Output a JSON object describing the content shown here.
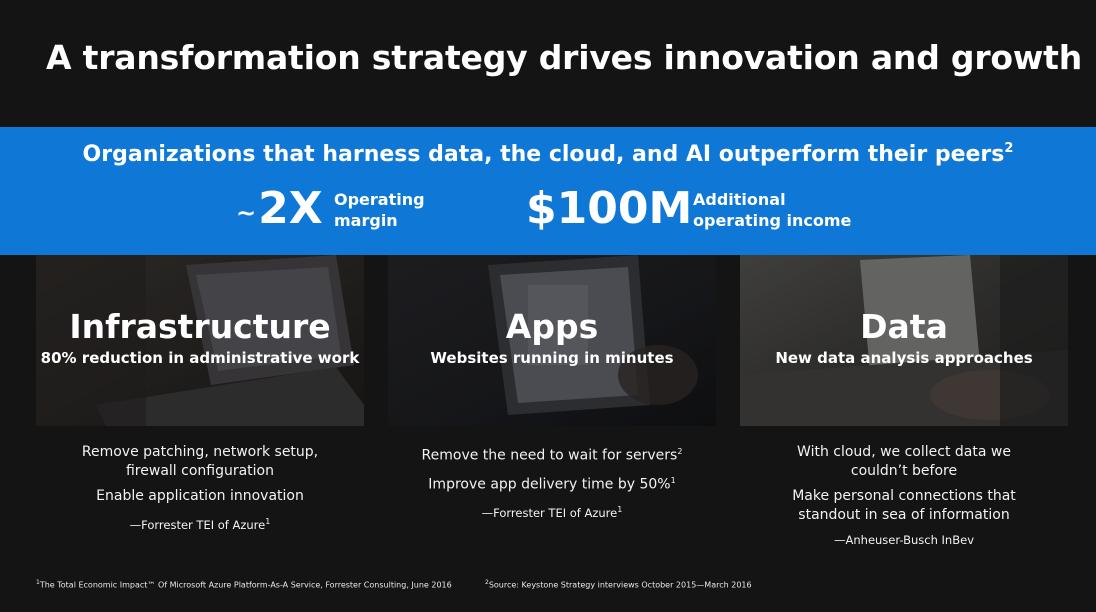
{
  "title": "A transformation strategy drives innovation and growth",
  "banner": {
    "heading": "Organizations that harness data, the cloud, and AI outperform their peers",
    "heading_ref": "2",
    "stats": [
      {
        "prefix": "~",
        "value": "2X",
        "label_line1": "Operating",
        "label_line2": "margin"
      },
      {
        "prefix": "",
        "value": "$100M",
        "label_line1": "Additional",
        "label_line2": "operating income"
      }
    ]
  },
  "pillars": [
    {
      "title": "Infrastructure",
      "subtitle": "80% reduction in administrative work",
      "bullets": [
        {
          "text": "Remove patching, network setup, firewall configuration",
          "ref": ""
        },
        {
          "text": "Enable application innovation",
          "ref": ""
        }
      ],
      "source": "—Forrester TEI of Azure",
      "source_ref": "1"
    },
    {
      "title": "Apps",
      "subtitle": "Websites running in minutes",
      "bullets": [
        {
          "text": "Remove the need to wait for servers",
          "ref": "2"
        },
        {
          "text": "Improve app delivery time by 50%",
          "ref": "1"
        }
      ],
      "source": "—Forrester TEI of Azure",
      "source_ref": "1"
    },
    {
      "title": "Data",
      "subtitle": "New data analysis approaches",
      "bullets": [
        {
          "text": "With cloud, we collect data we couldn’t before",
          "ref": ""
        },
        {
          "text": "Make personal connections that standout in sea of information",
          "ref": ""
        }
      ],
      "source": "—Anheuser-Busch InBev",
      "source_ref": ""
    }
  ],
  "footnotes": [
    {
      "ref": "1",
      "text": "The Total Economic Impact™ Of Microsoft Azure Platform-As-A Service, Forrester Consulting, June 2016"
    },
    {
      "ref": "2",
      "text": "Source: Keystone Strategy interviews October 2015—March 2016"
    }
  ],
  "colors": {
    "background": "#151414",
    "banner": "#0f78d7",
    "text": "#ffffff"
  }
}
